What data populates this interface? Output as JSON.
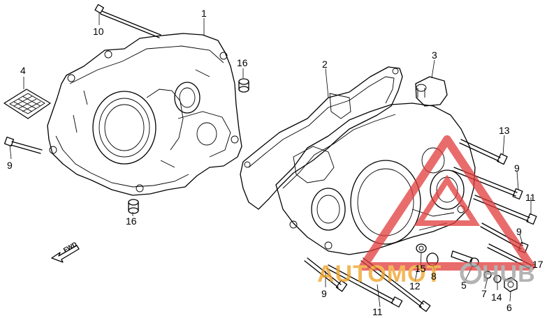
{
  "labels": {
    "p1": "1",
    "p2": "2",
    "p3": "3",
    "p4": "4",
    "p5": "5",
    "p6": "6",
    "p7": "7",
    "p8": "8",
    "p9a": "9",
    "p9b": "9",
    "p9c": "9",
    "p9d": "9",
    "p10": "10",
    "p11a": "11",
    "p11b": "11",
    "p12": "12",
    "p13": "13",
    "p14": "14",
    "p15": "15",
    "p16a": "16",
    "p16b": "16",
    "p17": "17"
  },
  "direction_marker": "FWD",
  "watermark": {
    "text_part1": "AUTOMOT",
    "text_part2": "HUB",
    "color_red": "#e23b3b",
    "color_orange": "#f0a020",
    "color_grey": "#9a9a9a"
  }
}
